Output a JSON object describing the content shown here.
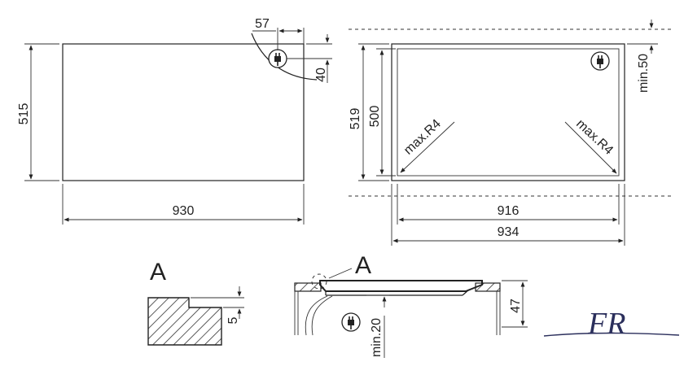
{
  "dimensions": {
    "cutout_height": "515",
    "cutout_width": "930",
    "plug_offset_x": "57",
    "plug_offset_y": "40",
    "top_height": "519",
    "inner_height": "500",
    "min_top": "min.50",
    "radius_left": "max.R4",
    "radius_right": "max.R4",
    "inner_width": "916",
    "outer_width": "934",
    "detail_step": "5",
    "section_height": "47",
    "min_below": "min.20"
  },
  "labels": {
    "detail_a": "A",
    "section_a": "A"
  },
  "logo": {
    "text": "FR"
  },
  "icons": [
    "plug-icon",
    "plug-icon",
    "plug-icon"
  ],
  "colors": {
    "line": "#222222",
    "logo": "#2b2f5c"
  }
}
